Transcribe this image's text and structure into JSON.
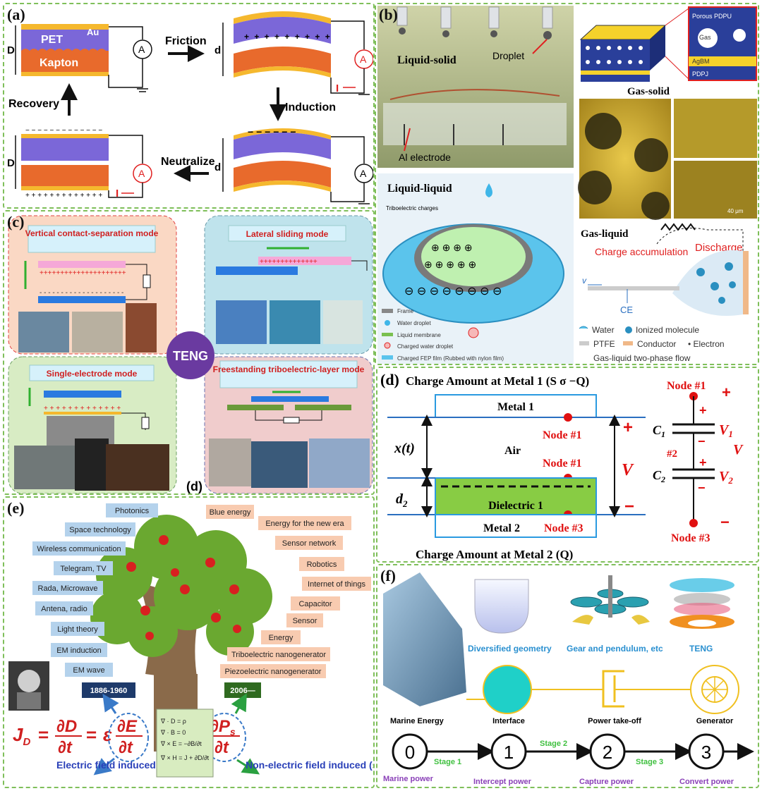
{
  "a": {
    "label": "(a)",
    "pet": "PET",
    "au": "Au",
    "kapton": "Kapton",
    "D": "D",
    "d": "d",
    "A": "A",
    "I": "I",
    "friction": "Friction",
    "induction": "Induction",
    "neutralize": "Neutralize",
    "recovery": "Recovery"
  },
  "b": {
    "label": "(b)",
    "liquid_solid": "Liquid-solid",
    "droplet": "Droplet",
    "al_electrode": "Al electrode",
    "porous_pdpu": "Porous PDPU",
    "gas": "Gas",
    "agbm": "AgBM",
    "pdpj": "PDPJ",
    "gas_solid": "Gas-solid",
    "scale": "40 μm",
    "liquid_liquid": "Liquid-liquid",
    "tribo_charges": "Triboelectric charges",
    "legend": [
      "Frame",
      "Water droplet",
      "Liquid membrane",
      "Charged water droplet",
      "Charged FEP film (Rubbed with nylon film)"
    ],
    "gas_liquid": "Gas-liquid",
    "charge_accumulation": "Charge accumulation",
    "discharge": "Discharge",
    "v": "v",
    "ce": "CE",
    "legend2": [
      "Water",
      "Ionized molecule",
      "PTFE",
      "Conductor",
      "• Electron",
      "Gas-liquid two-phase flow"
    ]
  },
  "c": {
    "label": "(c)",
    "vertical": "Vertical contact-separation mode",
    "lateral": "Lateral sliding mode",
    "single": "Single-electrode mode",
    "freestanding": "Freestanding triboelectric-layer mode",
    "teng": "TENG",
    "sub_d": "(d)"
  },
  "d": {
    "label": "(d)",
    "top_title": "Charge Amount at Metal 1 (S σ −Q)",
    "bottom_title": "Charge Amount at Metal 2 (Q)",
    "metal1": "Metal 1",
    "metal2": "Metal 2",
    "air": "Air",
    "dielectric": "Dielectric 1",
    "node1": "Node #1",
    "node3": "Node #3",
    "node2": "#2",
    "xt": "x(t)",
    "d2": "d",
    "d2_sub": "2",
    "V": "V",
    "V1": "V",
    "V1_sub": "1",
    "V2": "V",
    "V2_sub": "2",
    "C1": "C",
    "C1_sub": "1",
    "C2": "C",
    "C2_sub": "2",
    "plus": "+",
    "minus": "−"
  },
  "e": {
    "label": "(e)",
    "left_items": [
      "Photonics",
      "Space technology",
      "Wireless communication",
      "Telegram, TV",
      "Rada, Microwave",
      "Antena, radio",
      "Light theory",
      "EM induction",
      "EM wave"
    ],
    "right_items": [
      "Blue energy",
      "Energy for the new era",
      "Sensor network",
      "Robotics",
      "Internet of things",
      "Capacitor",
      "Sensor",
      "Energy",
      "Triboelectric nanogenerator",
      "Piezoelectric nanogenerator"
    ],
    "year1": "1886-1960",
    "year2": "2006—",
    "electric": "Electric field induced",
    "nonelectric": "Non-electric field induced (strain related)",
    "maxwell": [
      "∇ · D = ρ",
      "∇ · B = 0",
      "∇ × E = −∂B/∂t",
      "∇ × H = J + ∂D/∂t"
    ]
  },
  "f": {
    "label": "(f)",
    "diversified": "Diversified geometry",
    "gear": "Gear and pendulum, etc",
    "teng": "TENG",
    "marine": "Marine Energy",
    "interface": "Interface",
    "pto": "Power take-off",
    "generator": "Generator",
    "nodes": [
      "0",
      "1",
      "2",
      "3"
    ],
    "stages": [
      "Stage 1",
      "Stage 2",
      "Stage 3"
    ],
    "powers": [
      "Marine power",
      "Intercept power",
      "Capture power",
      "Convert power"
    ]
  }
}
